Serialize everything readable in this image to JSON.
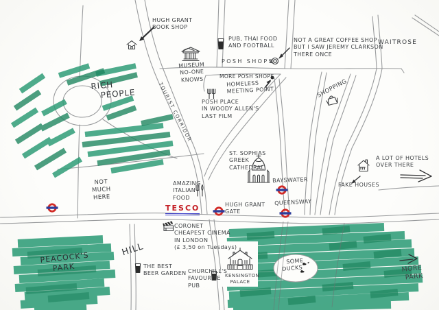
{
  "map": {
    "kind": "hand-drawn marker-and-pencil street map",
    "colors": {
      "paper": "#fdfdfb",
      "pencil_road": "#8e9092",
      "ink": "#3e4144",
      "marker_green": "#2f9c77",
      "marker_green_dark": "#1f8660",
      "tube_red": "#d22b27",
      "tube_blue": "#2e3d9b",
      "tesco_red": "#c41f25",
      "tesco_underline_blue": "#3637c8"
    }
  },
  "labels": {
    "hugh_grant_bookshop": "HUGH GRANT\nBOOK SHOP",
    "museum": "MUSEUM\nNO-ONE KNOWS",
    "pub_thai_football": "PUB, THAI FOOD\nAND FOOTBALL",
    "coffee_shop_note": "NOT A GREAT COFFEE SHOP\nBUT I SAW JEREMY CLARKSON\nTHERE ONCE",
    "waitrose": "WAITROSE",
    "posh_shops": "POSH SHOPS",
    "more_posh_shops": "MORE POSH SHOPS",
    "homeless_meeting_point": "HOMELESS\nMEETING POINT",
    "shopping": "SHOPPING",
    "tourist_corridor": "TOURIST CORRIDOR",
    "rich_people": "RICH\nPEOPLE",
    "posh_place_woody_allen": "POSH PLACE\nIN WOODY ALLEN'S\nLAST FILM",
    "st_sophias": "ST. SOPHIAS\nGREEK\nCATHEDRAL",
    "hotels_over_there": "A LOT OF HOTELS\nOVER THERE",
    "fake_houses": "FAKE HOUSES",
    "bayswater": "BAYSWATER",
    "queensway": "QUEENSWAY",
    "hugh_grant_gate": "HUGH GRANT\nGATE",
    "tesco": "TESCO",
    "amazing_italian_food": "AMAZING\nITALIAN\nFOOD",
    "not_much_here": "NOT MUCH\nHERE",
    "coronet_cinema": "CORONET\nCHEAPEST CINEMA\nIN LONDON\n(£ 3,50 on Tuesdays)",
    "hill": "HILL",
    "best_beer_garden": "THE BEST\nBEER GARDEN",
    "churchills_pub": "CHURCHILL'S\nFAVOURITE\nPUB",
    "kensington_palace": "KENSINGTON\nPALACE",
    "peacocks_park": "PEACOCK'S\nPARK",
    "some_ducks": "SOME\nDUCKS",
    "more_park": "MORE\nPARK"
  }
}
